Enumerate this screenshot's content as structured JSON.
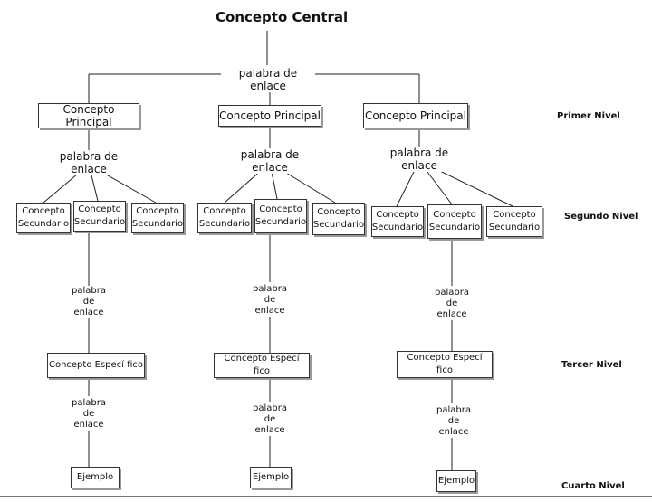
{
  "title": "Concepto Central",
  "link_main": "palabra de enlace",
  "principal": [
    {
      "label": "Concepto Principal"
    },
    {
      "label": "Concepto Principal"
    },
    {
      "label": "Concepto Principal"
    }
  ],
  "links_principal": [
    "palabra de enlace",
    "palabra de enlace",
    "palabra de enlace"
  ],
  "secundario": [
    "Concepto\nSecundario",
    "Concepto\nSecundario",
    "Concepto\nSecundario",
    "Concepto\nSecundario",
    "Concepto\nSecundario",
    "Concepto\nSecundario",
    "Concepto\nSecundario",
    "Concepto\nSecundario",
    "Concepto\nSecundario"
  ],
  "links_secundario": [
    "palabra\nde\nenlace",
    "palabra\nde\nenlace",
    "palabra\nde\nenlace"
  ],
  "especifico": [
    "Concepto Especí fico",
    "Concepto Especí fico",
    "Concepto Especí fico"
  ],
  "links_especifico": [
    "palabra\nde\nenlace",
    "palabra\nde\nenlace",
    "palabra\nde\nenlace"
  ],
  "ejemplo": [
    "Ejemplo",
    "Ejemplo",
    "Ejemplo"
  ],
  "levels": {
    "primer": "Primer Nivel",
    "segundo": "Segundo Nivel",
    "tercer": "Tercer Nivel",
    "cuarto": "Cuarto Nivel"
  }
}
